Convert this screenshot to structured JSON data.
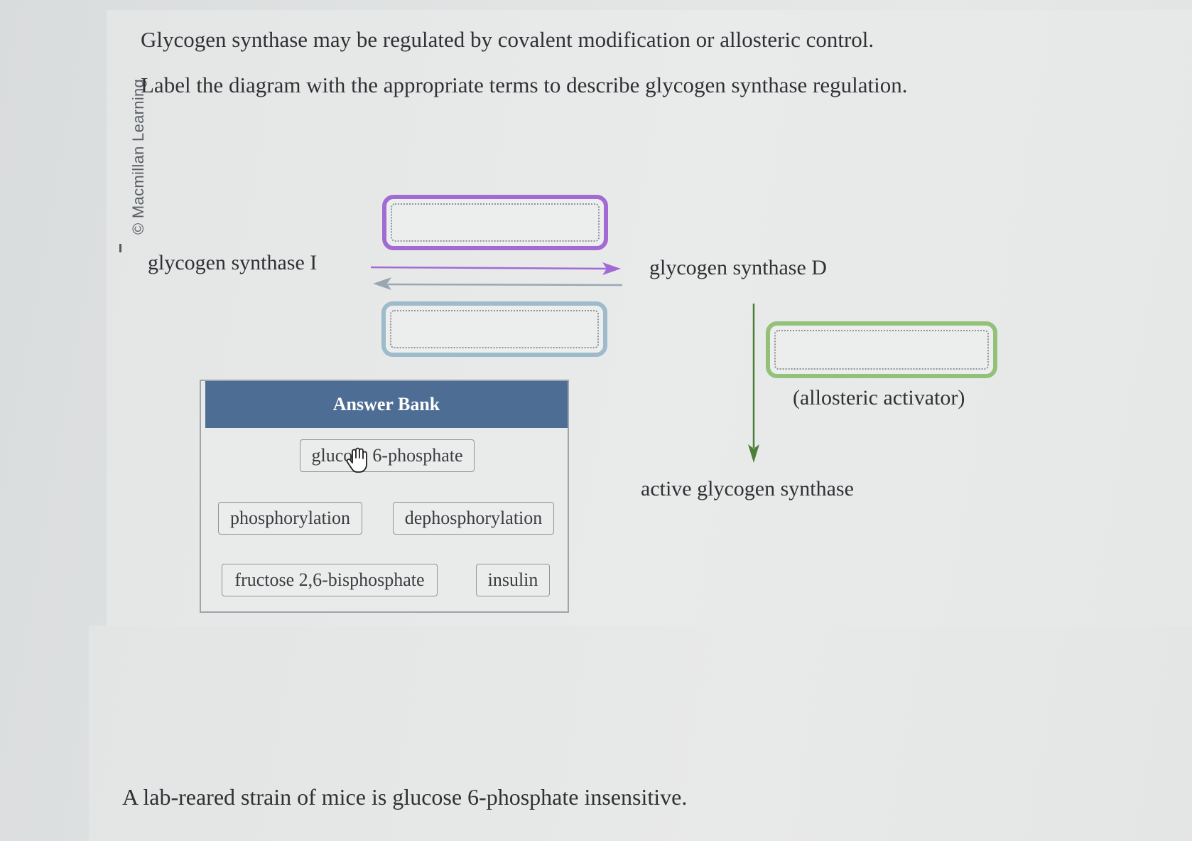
{
  "copyright": "© Macmillan Learning",
  "question": {
    "line1": "Glycogen synthase may be regulated by covalent modification or allosteric control.",
    "line2": "Label the diagram with the appropriate terms to describe glycogen synthase regulation."
  },
  "diagram": {
    "left_label": "glycogen synthase I",
    "right_label": "glycogen synthase D",
    "bottom_label": "active glycogen synthase",
    "allosteric_label": "(allosteric activator)",
    "colors": {
      "top_target": "#a26bd3",
      "bottom_target": "#9dbbcb",
      "allosteric_target": "#93c179",
      "forward_arrow": "#a26bd3",
      "reverse_arrow": "#9aa7b3",
      "down_arrow": "#4e7f3a"
    }
  },
  "answer_bank": {
    "title": "Answer Bank",
    "header_color": "#4d6d94",
    "items": [
      "glucose 6-phosphate",
      "phosphorylation",
      "dephosphorylation",
      "fructose 2,6-bisphosphate",
      "insulin"
    ]
  },
  "next_text": "A lab-reared strain of mice is glucose 6-phosphate insensitive.",
  "cursor_icon": "hand-pointer-icon"
}
